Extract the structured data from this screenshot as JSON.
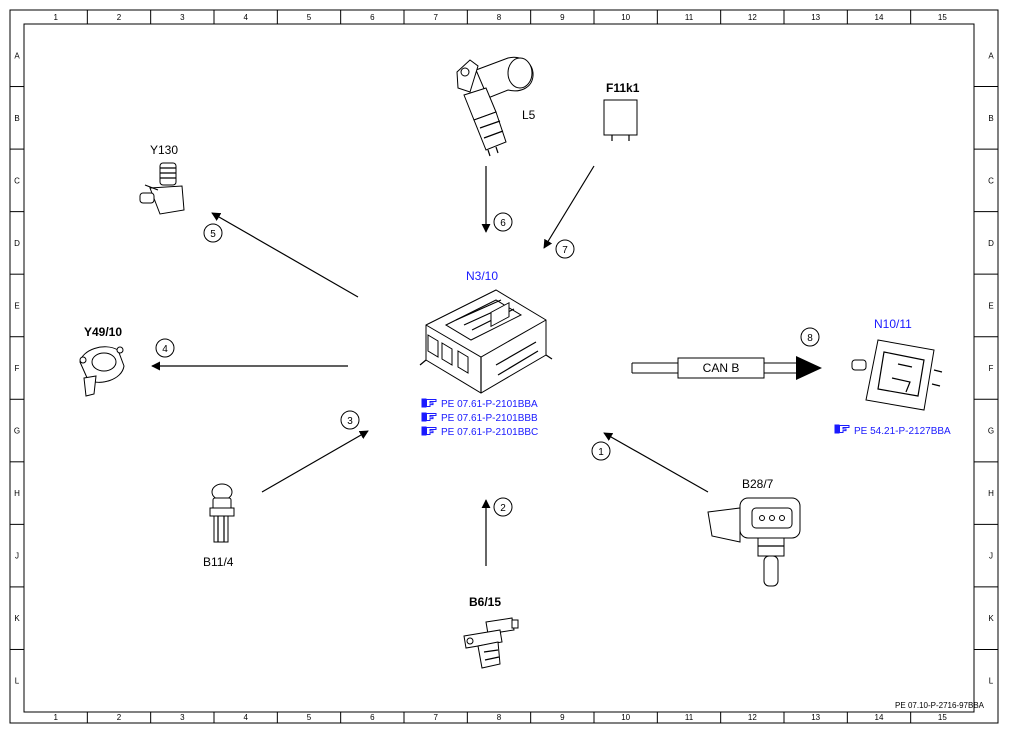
{
  "grid": {
    "columns": [
      "1",
      "2",
      "3",
      "4",
      "5",
      "6",
      "7",
      "8",
      "9",
      "10",
      "11",
      "12",
      "13",
      "14",
      "15"
    ],
    "rows": [
      "A",
      "B",
      "C",
      "D",
      "E",
      "F",
      "G",
      "H",
      "J",
      "K",
      "L"
    ]
  },
  "ecu": {
    "label": "N3/10",
    "references": [
      "PE 07.61-P-2101BBA",
      "PE 07.61-P-2101BBB",
      "PE 07.61-P-2101BBC"
    ]
  },
  "components": {
    "l5": "L5",
    "f11k1": "F11k1",
    "y130": "Y130",
    "y4910": "Y49/10",
    "b114": "B11/4",
    "b615": "B6/15",
    "b287": "B28/7",
    "n1011": "N10/11",
    "n1011_ref": "PE 54.21-P-2127BBA"
  },
  "bus_label": "CAN B",
  "connections": [
    "1",
    "2",
    "3",
    "4",
    "5",
    "6",
    "7",
    "8"
  ],
  "footer_code": "PE 07.10-P-2716-97BBA",
  "icons": {
    "reference": "pointing-hand-icon"
  },
  "colors": {
    "line": "#000000",
    "blue": "#1a1aff"
  }
}
